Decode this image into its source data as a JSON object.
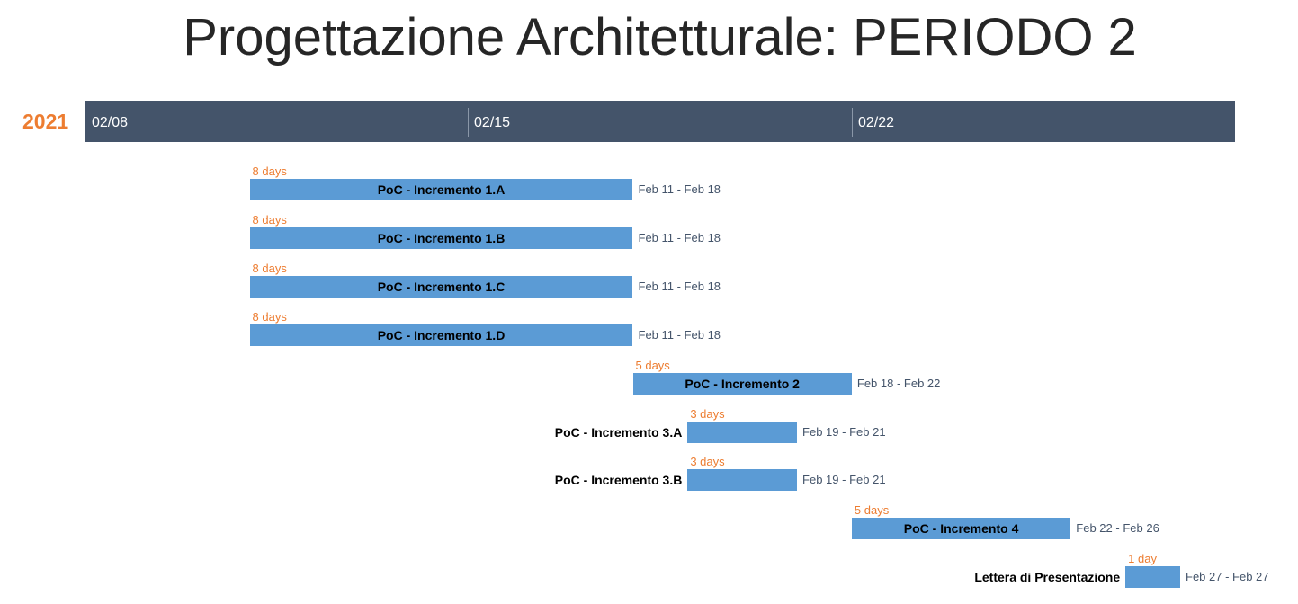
{
  "title": "Progettazione Architetturale: PERIODO 2",
  "colors": {
    "header": "#44546a",
    "bar": "#5b9bd5",
    "accent": "#ed7d31",
    "range_text": "#44546a"
  },
  "chart_data": {
    "type": "gantt",
    "title": "Progettazione Architetturale: PERIODO 2",
    "year": "2021",
    "axis_ticks": [
      "02/08",
      "02/15",
      "02/22"
    ],
    "x_range": [
      "2021-02-08",
      "2021-02-28"
    ],
    "tasks": [
      {
        "name": "PoC - Incremento 1.A",
        "start": "2021-02-11",
        "end": "2021-02-18",
        "duration": "8 days",
        "range": "Feb 11 - Feb 18"
      },
      {
        "name": "PoC - Incremento 1.B",
        "start": "2021-02-11",
        "end": "2021-02-18",
        "duration": "8 days",
        "range": "Feb 11 - Feb 18"
      },
      {
        "name": "PoC - Incremento 1.C",
        "start": "2021-02-11",
        "end": "2021-02-18",
        "duration": "8 days",
        "range": "Feb 11 - Feb 18"
      },
      {
        "name": "PoC - Incremento 1.D",
        "start": "2021-02-11",
        "end": "2021-02-18",
        "duration": "8 days",
        "range": "Feb 11 - Feb 18"
      },
      {
        "name": "PoC - Incremento 2",
        "start": "2021-02-18",
        "end": "2021-02-22",
        "duration": "5 days",
        "range": "Feb 18 - Feb 22"
      },
      {
        "name": "PoC - Incremento 3.A",
        "start": "2021-02-19",
        "end": "2021-02-21",
        "duration": "3 days",
        "range": "Feb 19 - Feb 21"
      },
      {
        "name": "PoC - Incremento 3.B",
        "start": "2021-02-19",
        "end": "2021-02-21",
        "duration": "3 days",
        "range": "Feb 19 - Feb 21"
      },
      {
        "name": "PoC - Incremento 4",
        "start": "2021-02-22",
        "end": "2021-02-26",
        "duration": "5 days",
        "range": "Feb 22 - Feb 26"
      },
      {
        "name": "Lettera di Presentazione",
        "start": "2021-02-27",
        "end": "2021-02-27",
        "duration": "1 day",
        "range": "Feb 27 - Feb 27"
      }
    ]
  }
}
